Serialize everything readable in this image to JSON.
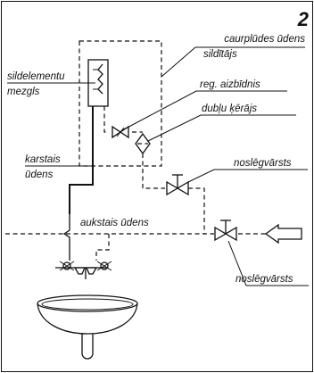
{
  "figure": {
    "number": "2",
    "labels": {
      "heater_line1": "caurplūdes ūdens",
      "heater_line2": "sildītājs",
      "element_line1": "sildelementu",
      "element_line2": "mezgls",
      "regulator": "reg. aizbīdnis",
      "filter": "dubļu ķērājs",
      "shutoff_upper": "noslēgvārsts",
      "hot_line1": "karstais",
      "hot_line2": "ūdens",
      "cold": "aukstais ūdens",
      "shutoff_lower": "noslēgvārsts"
    }
  }
}
